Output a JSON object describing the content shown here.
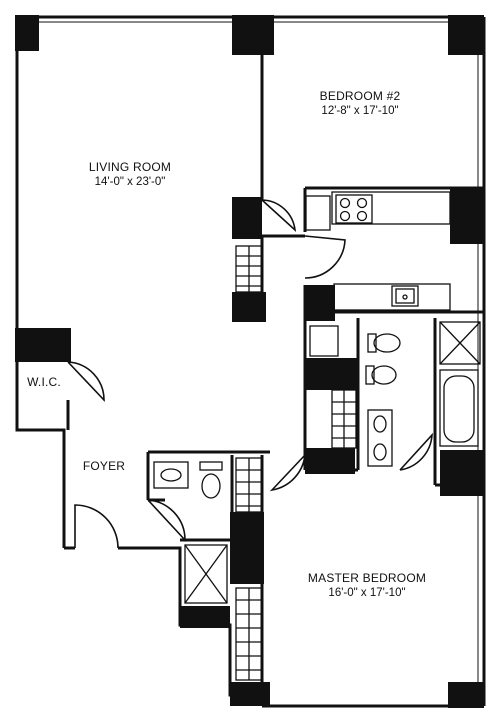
{
  "rooms": {
    "living_room": {
      "name": "LIVING ROOM",
      "dims": "14'-0\" x 23'-0\""
    },
    "bedroom_2": {
      "name": "BEDROOM #2",
      "dims": "12'-8\" x 17'-10\""
    },
    "master_bedroom": {
      "name": "MASTER BEDROOM",
      "dims": "16'-0\" x 17'-10\""
    },
    "wic": {
      "name": "W.I.C."
    },
    "foyer": {
      "name": "FOYER"
    }
  },
  "colors": {
    "ink": "#111111",
    "paper": "#ffffff"
  }
}
